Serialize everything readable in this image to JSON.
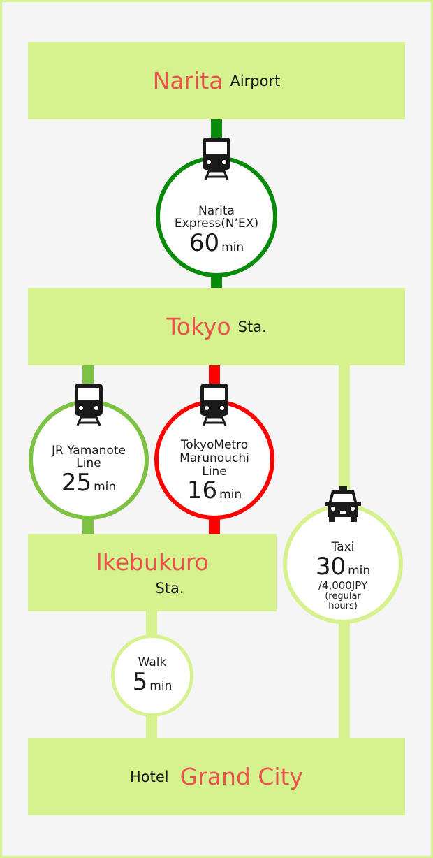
{
  "stations": {
    "narita": {
      "name": "Narita",
      "suffix": "Airport"
    },
    "tokyo": {
      "name": "Tokyo",
      "suffix": "Sta."
    },
    "ikebukuro": {
      "name": "Ikebukuro",
      "suffix": "Sta."
    },
    "hotel": {
      "prefix": "Hotel",
      "name": "Grand City"
    }
  },
  "routes": {
    "nex": {
      "name1": "Narita",
      "name2": "Express(N’EX)",
      "time": "60",
      "unit": "min",
      "color": "#0a8a0a",
      "icon": "train-icon"
    },
    "jr": {
      "name1": "JR Yamanote",
      "name2": "Line",
      "time": "25",
      "unit": "min",
      "color": "#7dc243",
      "icon": "train-icon"
    },
    "metro": {
      "name1": "TokyoMetro",
      "name2": "Marunouchi",
      "name3": "Line",
      "time": "16",
      "unit": "min",
      "color": "#ff0000",
      "icon": "train-icon"
    },
    "taxi": {
      "name": "Taxi",
      "time": "30",
      "unit": "min",
      "price": "/4,000JPY",
      "note1": "(regular",
      "note2": "hours)",
      "color": "#d5f28f",
      "icon": "taxi-icon"
    },
    "walk": {
      "name": "Walk",
      "time": "5",
      "unit": "min",
      "color": "#d5f28f"
    }
  }
}
